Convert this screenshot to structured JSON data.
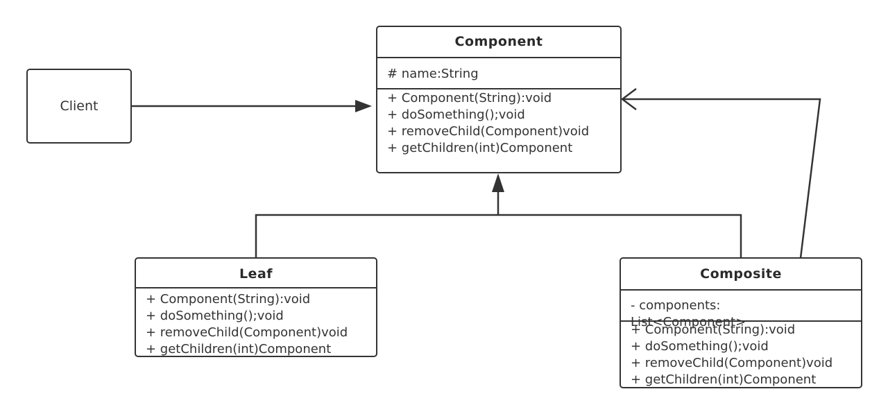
{
  "client": {
    "label": "Client"
  },
  "component": {
    "title": "Component",
    "attributes": [
      "# name:String"
    ],
    "methods": [
      "+ Component(String):void",
      "+ doSomething();void",
      "+ removeChild(Component)void",
      "+ getChildren(int)Component"
    ]
  },
  "leaf": {
    "title": "Leaf",
    "methods": [
      "+ Component(String):void",
      "+ doSomething();void",
      "+ removeChild(Component)void",
      "+ getChildren(int)Component"
    ]
  },
  "composite": {
    "title": "Composite",
    "attribute_line1": "- components:",
    "attribute_line2": "List<Component>",
    "methods": [
      "+ Component(String):void",
      "+ doSomething();void",
      "+ removeChild(Component)void",
      "+ getChildren(int)Component"
    ]
  },
  "colors": {
    "line": "#333333",
    "text": "#333333",
    "background": "#ffffff"
  }
}
